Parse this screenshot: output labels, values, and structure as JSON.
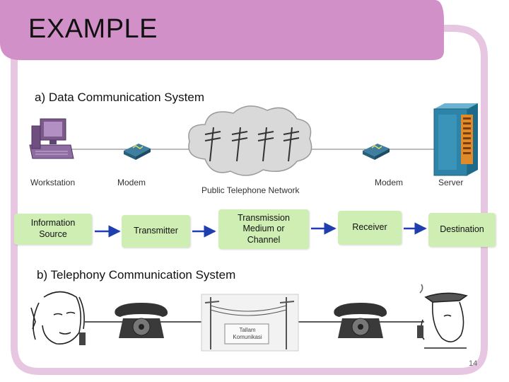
{
  "slide": {
    "title": "EXAMPLE",
    "page_number": "14"
  },
  "section_a": {
    "heading": "a)   Data Communication System",
    "labels": {
      "workstation": "Workstation",
      "modem_left": "Modem",
      "network": "Public Telephone Network",
      "modem_right": "Modem",
      "server": "Server"
    },
    "blocks": [
      {
        "label": "Information\nSource"
      },
      {
        "label": "Transmitter"
      },
      {
        "label": "Transmission\nMedium or\nChannel"
      },
      {
        "label": "Receiver"
      },
      {
        "label": "Destination"
      }
    ]
  },
  "section_b": {
    "heading": "b)   Telephony Communication System",
    "sign_text": "Tallam\nKomunikasi"
  },
  "colors": {
    "header_band": "#d190c7",
    "frame_border": "#e6c6e0",
    "block_fill": "#cfeeb4",
    "arrow": "#1f3fae",
    "server": "#2d84a8",
    "server_panel": "#e08a2a"
  }
}
